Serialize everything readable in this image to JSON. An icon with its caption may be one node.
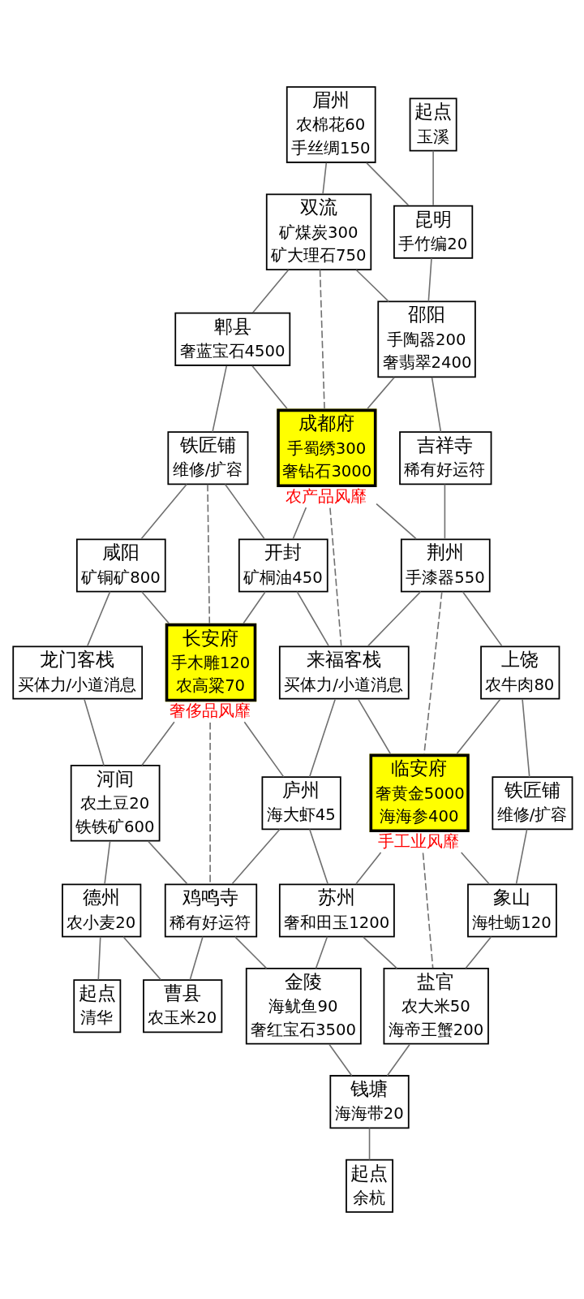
{
  "diagram": {
    "nodes": [
      {
        "text": [
          "起点",
          "清华"
        ]
      },
      {
        "text": [
          "龙门客栈",
          "买体力/小道消息"
        ]
      },
      {
        "text": [
          "德州",
          "农小麦20"
        ]
      },
      {
        "text": [
          "咸阳",
          "矿铜矿800"
        ]
      },
      {
        "text": [
          "河间",
          "农土豆20",
          "铁铁矿600"
        ]
      },
      {
        "text": [
          "曹县",
          "农玉米20"
        ]
      },
      {
        "text": [
          "铁匠铺",
          "维修/扩容"
        ]
      },
      {
        "text": [
          "长安府",
          "手木雕120",
          "农高粱70"
        ],
        "beside": [
          "奢侈品风靡"
        ]
      },
      {
        "text": [
          "鸡鸣寺",
          "稀有好运符"
        ]
      },
      {
        "text": [
          "郫县",
          "奢蓝宝石4500"
        ]
      },
      {
        "text": [
          "开封",
          "矿桐油450"
        ]
      },
      {
        "text": [
          "庐州",
          "海大虾45"
        ]
      },
      {
        "text": [
          "金陵",
          "海鱿鱼90",
          "奢红宝石3500"
        ]
      },
      {
        "text": [
          "双流",
          "矿煤炭300",
          "矿大理石750"
        ]
      },
      {
        "text": [
          "成都府",
          "手蜀绣300",
          "奢钻石3000"
        ],
        "beside": [
          "农产品风靡"
        ]
      },
      {
        "text": [
          "来福客栈",
          "买体力/小道消息"
        ]
      },
      {
        "text": [
          "苏州",
          "奢和田玉1200"
        ]
      },
      {
        "text": [
          "钱塘",
          "海海带20"
        ]
      },
      {
        "text": [
          "眉州",
          "农棉花60",
          "手丝绸150"
        ]
      },
      {
        "text": [
          "邵阳",
          "手陶器200",
          "奢翡翠2400"
        ]
      },
      {
        "text": [
          "荆州",
          "手漆器550"
        ]
      },
      {
        "text": [
          "临安府",
          "奢黄金5000",
          "海海参400"
        ],
        "beside": [
          "手工业风靡"
        ]
      },
      {
        "text": [
          "盐官",
          "农大米50",
          "海帝王蟹200"
        ]
      },
      {
        "text": [
          "起点",
          "余杭"
        ]
      },
      {
        "text": [
          "昆明",
          "手竹编20"
        ]
      },
      {
        "text": [
          "吉祥寺",
          "稀有好运符"
        ]
      },
      {
        "text": [
          "上饶",
          "农牛肉80"
        ]
      },
      {
        "text": [
          "象山",
          "海牡蛎120"
        ]
      },
      {
        "text": [
          "起点",
          "玉溪"
        ]
      },
      {
        "text": [
          "铁匠铺",
          "维修/扩容"
        ]
      }
    ],
    "edges": [
      {
        "from": 18,
        "to": 13,
        "arrow": "none"
      },
      {
        "from": 18,
        "to": 24,
        "arrow": "none"
      },
      {
        "from": 28,
        "to": 24,
        "arrow": "none"
      },
      {
        "from": 13,
        "to": 9,
        "arrow": "none"
      },
      {
        "from": 13,
        "to": 19,
        "arrow": "none"
      },
      {
        "from": 24,
        "to": 19,
        "arrow": "none"
      },
      {
        "from": 13,
        "to": 14,
        "arrow": "none",
        "style": "dashed"
      },
      {
        "from": 9,
        "to": 6,
        "arrow": "none"
      },
      {
        "from": 9,
        "to": 14,
        "arrow": "none"
      },
      {
        "from": 19,
        "to": 14,
        "arrow": "none"
      },
      {
        "from": 19,
        "to": 25,
        "arrow": "none"
      },
      {
        "from": 6,
        "to": 3,
        "arrow": "none"
      },
      {
        "from": 6,
        "to": 10,
        "arrow": "none"
      },
      {
        "from": 6,
        "to": 7,
        "arrow": "none",
        "style": "dashed"
      },
      {
        "from": 14,
        "to": 10,
        "arrow": "none"
      },
      {
        "from": 14,
        "to": 20,
        "arrow": "none"
      },
      {
        "from": 14,
        "to": 15,
        "arrow": "none",
        "style": "dashed"
      },
      {
        "from": 25,
        "to": 20,
        "arrow": "none"
      },
      {
        "from": 3,
        "to": 1,
        "arrow": "none"
      },
      {
        "from": 3,
        "to": 7,
        "arrow": "none"
      },
      {
        "from": 10,
        "to": 7,
        "arrow": "none"
      },
      {
        "from": 10,
        "to": 15,
        "arrow": "none"
      },
      {
        "from": 20,
        "to": 15,
        "arrow": "none"
      },
      {
        "from": 20,
        "to": 26,
        "arrow": "none"
      },
      {
        "from": 20,
        "to": 21,
        "arrow": "none",
        "style": "dashed"
      },
      {
        "from": 1,
        "to": 4,
        "arrow": "none"
      },
      {
        "from": 7,
        "to": 4,
        "arrow": "none"
      },
      {
        "from": 7,
        "to": 11,
        "arrow": "none"
      },
      {
        "from": 7,
        "to": 8,
        "arrow": "none",
        "style": "dashed"
      },
      {
        "from": 15,
        "to": 11,
        "arrow": "none"
      },
      {
        "from": 15,
        "to": 21,
        "arrow": "none"
      },
      {
        "from": 26,
        "to": 21,
        "arrow": "none"
      },
      {
        "from": 26,
        "to": 29,
        "arrow": "none"
      },
      {
        "from": 4,
        "to": 2,
        "arrow": "none"
      },
      {
        "from": 4,
        "to": 8,
        "arrow": "none"
      },
      {
        "from": 11,
        "to": 8,
        "arrow": "none"
      },
      {
        "from": 11,
        "to": 16,
        "arrow": "none"
      },
      {
        "from": 21,
        "to": 16,
        "arrow": "none"
      },
      {
        "from": 21,
        "to": 27,
        "arrow": "none"
      },
      {
        "from": 21,
        "to": 22,
        "arrow": "none",
        "style": "dashed"
      },
      {
        "from": 29,
        "to": 27,
        "arrow": "none"
      },
      {
        "from": 2,
        "to": 0,
        "arrow": "none"
      },
      {
        "from": 2,
        "to": 5,
        "arrow": "none"
      },
      {
        "from": 8,
        "to": 5,
        "arrow": "none"
      },
      {
        "from": 8,
        "to": 12,
        "arrow": "none"
      },
      {
        "from": 16,
        "to": 12,
        "arrow": "none"
      },
      {
        "from": 16,
        "to": 22,
        "arrow": "none"
      },
      {
        "from": 27,
        "to": 22,
        "arrow": "none"
      },
      {
        "from": 12,
        "to": 17,
        "arrow": "none"
      },
      {
        "from": 22,
        "to": 17,
        "arrow": "none"
      },
      {
        "from": 17,
        "to": 23,
        "arrow": "none"
      }
    ]
  }
}
